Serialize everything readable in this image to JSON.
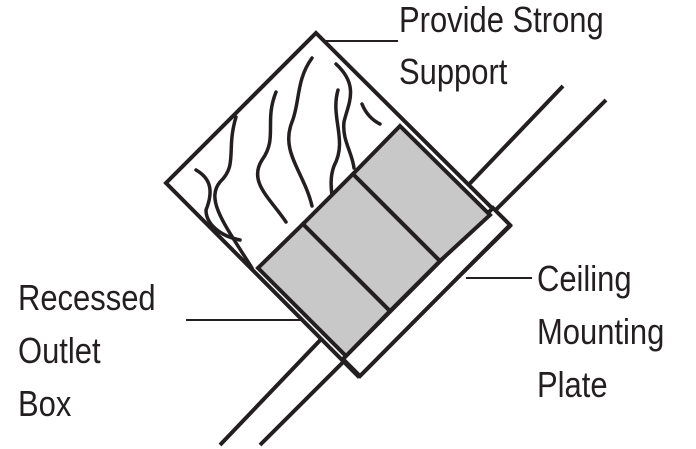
{
  "labels": {
    "support_line1": "Provide Strong",
    "support_line2": "Support",
    "plate_line1": "Ceiling",
    "plate_line2": "Mounting",
    "plate_line3": "Plate",
    "box_line1": "Recessed",
    "box_line2": "Outlet",
    "box_line3": "Box"
  },
  "colors": {
    "ink": "#231f20",
    "box_fill": "#c8c8c8",
    "background": "#ffffff"
  }
}
